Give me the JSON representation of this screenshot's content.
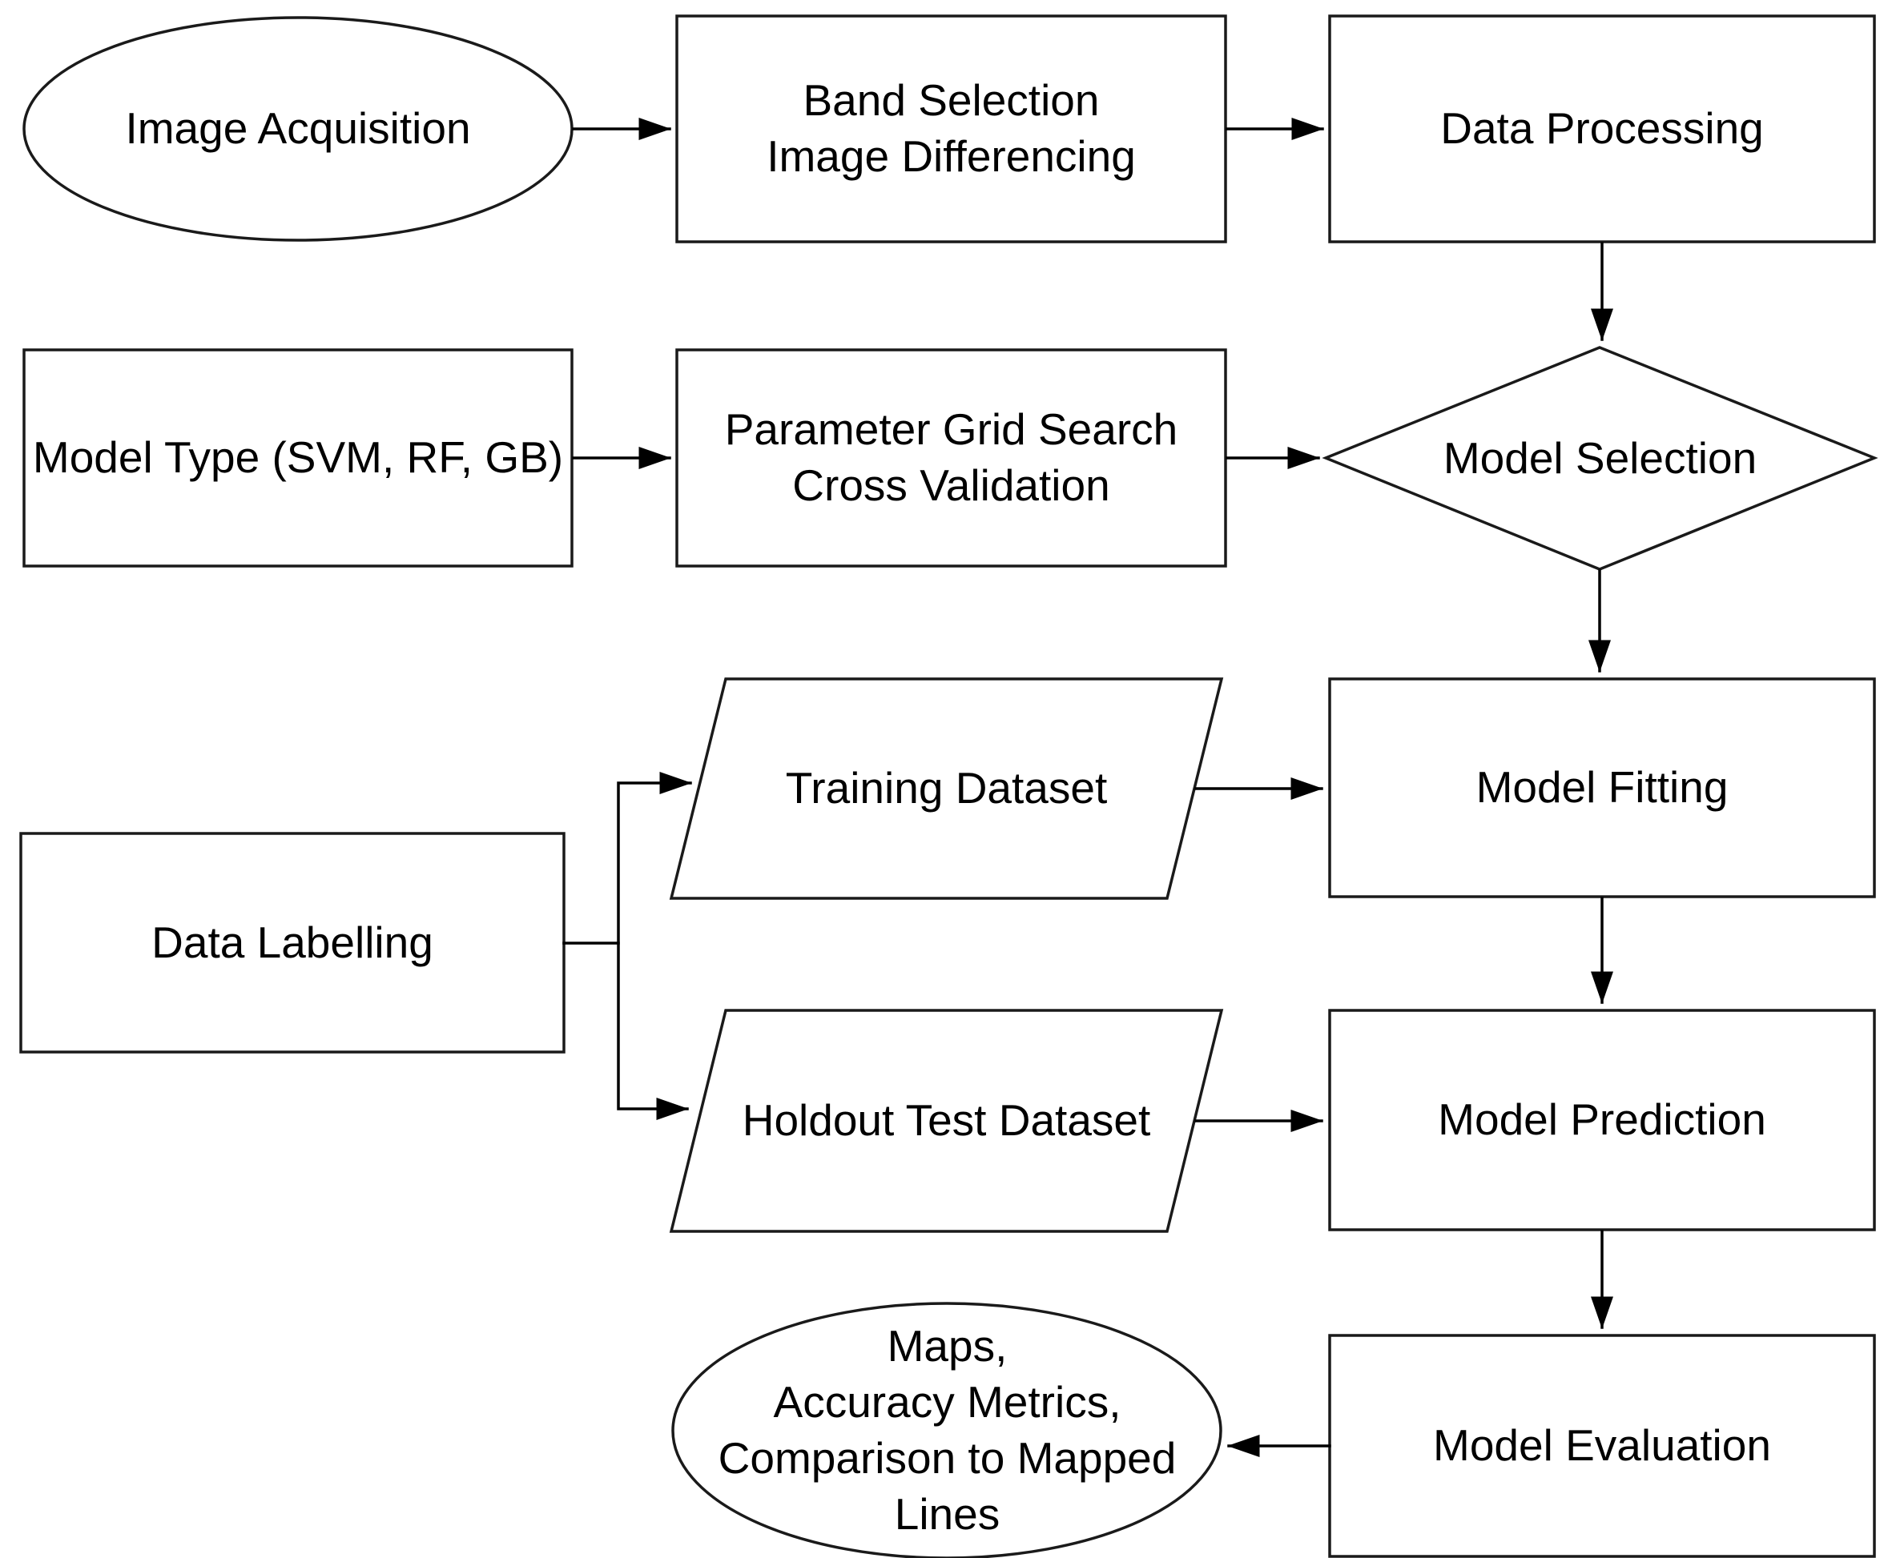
{
  "diagram": {
    "background_color": "#ffffff",
    "shape_fill_color": "#ffffff",
    "shape_stroke_color": "#1a1a1a",
    "arrow_color": "#000000",
    "text_color": "#000000",
    "nodes": {
      "image_acquisition": {
        "type": "ellipse",
        "lines": [
          "Image Acquisition"
        ]
      },
      "band_selection": {
        "type": "rectangle",
        "lines": [
          "Band Selection",
          "Image Differencing"
        ]
      },
      "data_processing": {
        "type": "rectangle",
        "lines": [
          "Data Processing"
        ]
      },
      "model_type": {
        "type": "rectangle",
        "lines": [
          "Model Type (SVM, RF, GB)"
        ]
      },
      "parameter_grid_search": {
        "type": "rectangle",
        "lines": [
          "Parameter Grid Search",
          "Cross Validation"
        ]
      },
      "model_selection": {
        "type": "diamond",
        "lines": [
          "Model Selection"
        ]
      },
      "training_dataset": {
        "type": "parallelogram",
        "lines": [
          "Training Dataset"
        ]
      },
      "model_fitting": {
        "type": "rectangle",
        "lines": [
          "Model Fitting"
        ]
      },
      "data_labelling": {
        "type": "rectangle",
        "lines": [
          "Data Labelling"
        ]
      },
      "holdout_test_dataset": {
        "type": "parallelogram",
        "lines": [
          "Holdout Test Dataset"
        ]
      },
      "model_prediction": {
        "type": "rectangle",
        "lines": [
          "Model Prediction"
        ]
      },
      "model_evaluation": {
        "type": "rectangle",
        "lines": [
          "Model Evaluation"
        ]
      },
      "outputs": {
        "type": "ellipse",
        "lines": [
          "Maps,",
          "Accuracy Metrics,",
          "Comparison to Mapped",
          "Lines"
        ]
      }
    },
    "edges": [
      {
        "from": "image_acquisition",
        "to": "band_selection"
      },
      {
        "from": "band_selection",
        "to": "data_processing"
      },
      {
        "from": "data_processing",
        "to": "model_selection"
      },
      {
        "from": "model_type",
        "to": "parameter_grid_search"
      },
      {
        "from": "parameter_grid_search",
        "to": "model_selection"
      },
      {
        "from": "model_selection",
        "to": "model_fitting"
      },
      {
        "from": "data_labelling",
        "to": "training_dataset"
      },
      {
        "from": "data_labelling",
        "to": "holdout_test_dataset"
      },
      {
        "from": "training_dataset",
        "to": "model_fitting"
      },
      {
        "from": "model_fitting",
        "to": "model_prediction"
      },
      {
        "from": "holdout_test_dataset",
        "to": "model_prediction"
      },
      {
        "from": "model_prediction",
        "to": "model_evaluation"
      },
      {
        "from": "model_evaluation",
        "to": "outputs"
      }
    ]
  }
}
